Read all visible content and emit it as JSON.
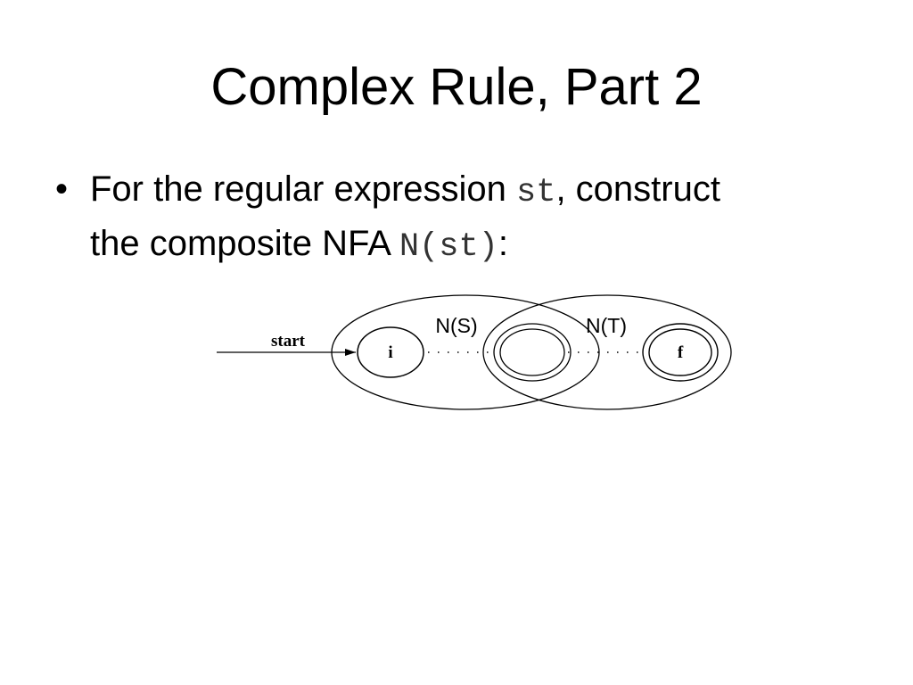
{
  "slide": {
    "title": "Complex Rule, Part 2",
    "bullet_symbol": "•",
    "bullet": {
      "text_before": "For the regular expression ",
      "code_expression": "st",
      "text_middle": ", construct",
      "text_line2": "the composite NFA ",
      "code_nfa": "N(st)",
      "text_after": ":"
    }
  },
  "diagram": {
    "start_label": "start",
    "left_automaton_label": "N(S)",
    "right_automaton_label": "N(T)",
    "initial_state_label": "i",
    "final_state_label": "f",
    "colors": {
      "stroke": "#000000",
      "background": "#ffffff"
    }
  }
}
